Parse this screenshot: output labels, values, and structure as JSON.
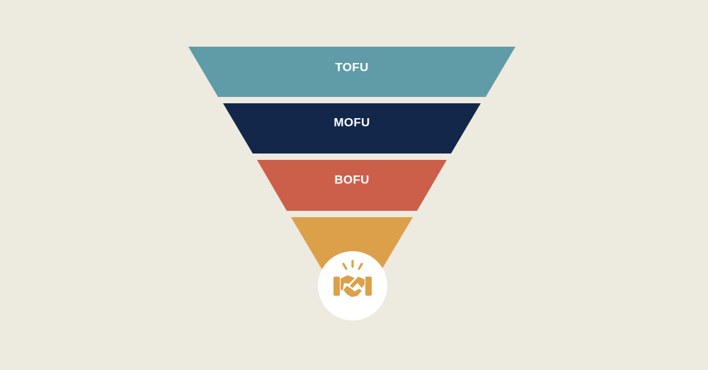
{
  "background_color": "#edeadf",
  "funnel": {
    "stages": [
      {
        "label": "TOFU",
        "color": "#5f9ca7"
      },
      {
        "label": "MOFU",
        "color": "#13274b"
      },
      {
        "label": "BOFU",
        "color": "#cc5f4a"
      },
      {
        "label": "",
        "color": "#dca04a"
      }
    ],
    "end_badge": {
      "icon": "handshake-icon",
      "circle_color": "#ffffff",
      "icon_color": "#dca04a"
    }
  }
}
